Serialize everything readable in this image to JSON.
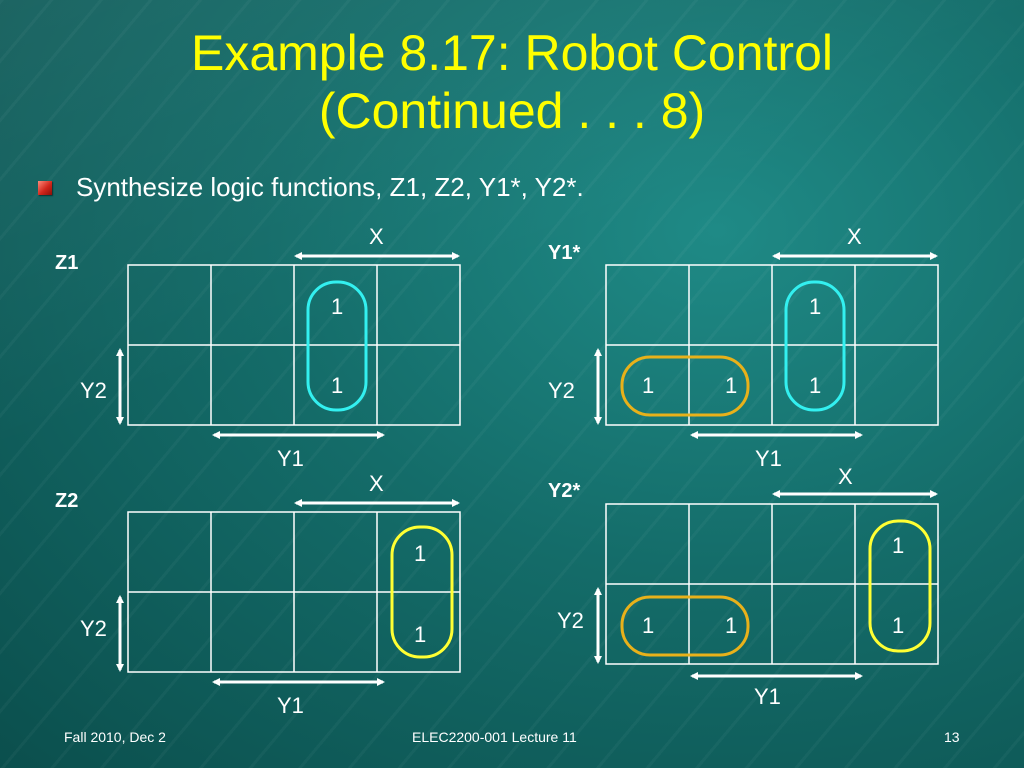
{
  "title": {
    "line1": "Example 8.17: Robot Control",
    "line2": "(Continued . . . 8)"
  },
  "bullet": {
    "icon": "square-bullet-icon",
    "text": "Synthesize logic functions, Z1, Z2, Y1*, Y2*."
  },
  "maps": {
    "z1": {
      "name": "Z1",
      "x_label": "X",
      "y2_label": "Y2",
      "y1_label": "Y1",
      "ones": [
        "1",
        "1"
      ]
    },
    "z2": {
      "name": "Z2",
      "x_label": "X",
      "y2_label": "Y2",
      "y1_label": "Y1",
      "ones": [
        "1",
        "1"
      ]
    },
    "y1s": {
      "name": "Y1*",
      "x_label": "X",
      "y2_label": "Y2",
      "y1_label": "Y1",
      "ones": [
        "1",
        "1",
        "1",
        "1"
      ]
    },
    "y2s": {
      "name": "Y2*",
      "x_label": "X",
      "y2_label": "Y2",
      "y1_label": "Y1",
      "ones": [
        "1",
        "1",
        "1",
        "1"
      ]
    }
  },
  "colors": {
    "title": "#ffff00",
    "cyan_loop": "#33f0f0",
    "orange_loop": "#e8b11a",
    "yellow_loop": "#ffff33"
  },
  "footer": {
    "left": "Fall 2010, Dec 2",
    "center": "ELEC2200-001 Lecture 11",
    "page": "13"
  }
}
